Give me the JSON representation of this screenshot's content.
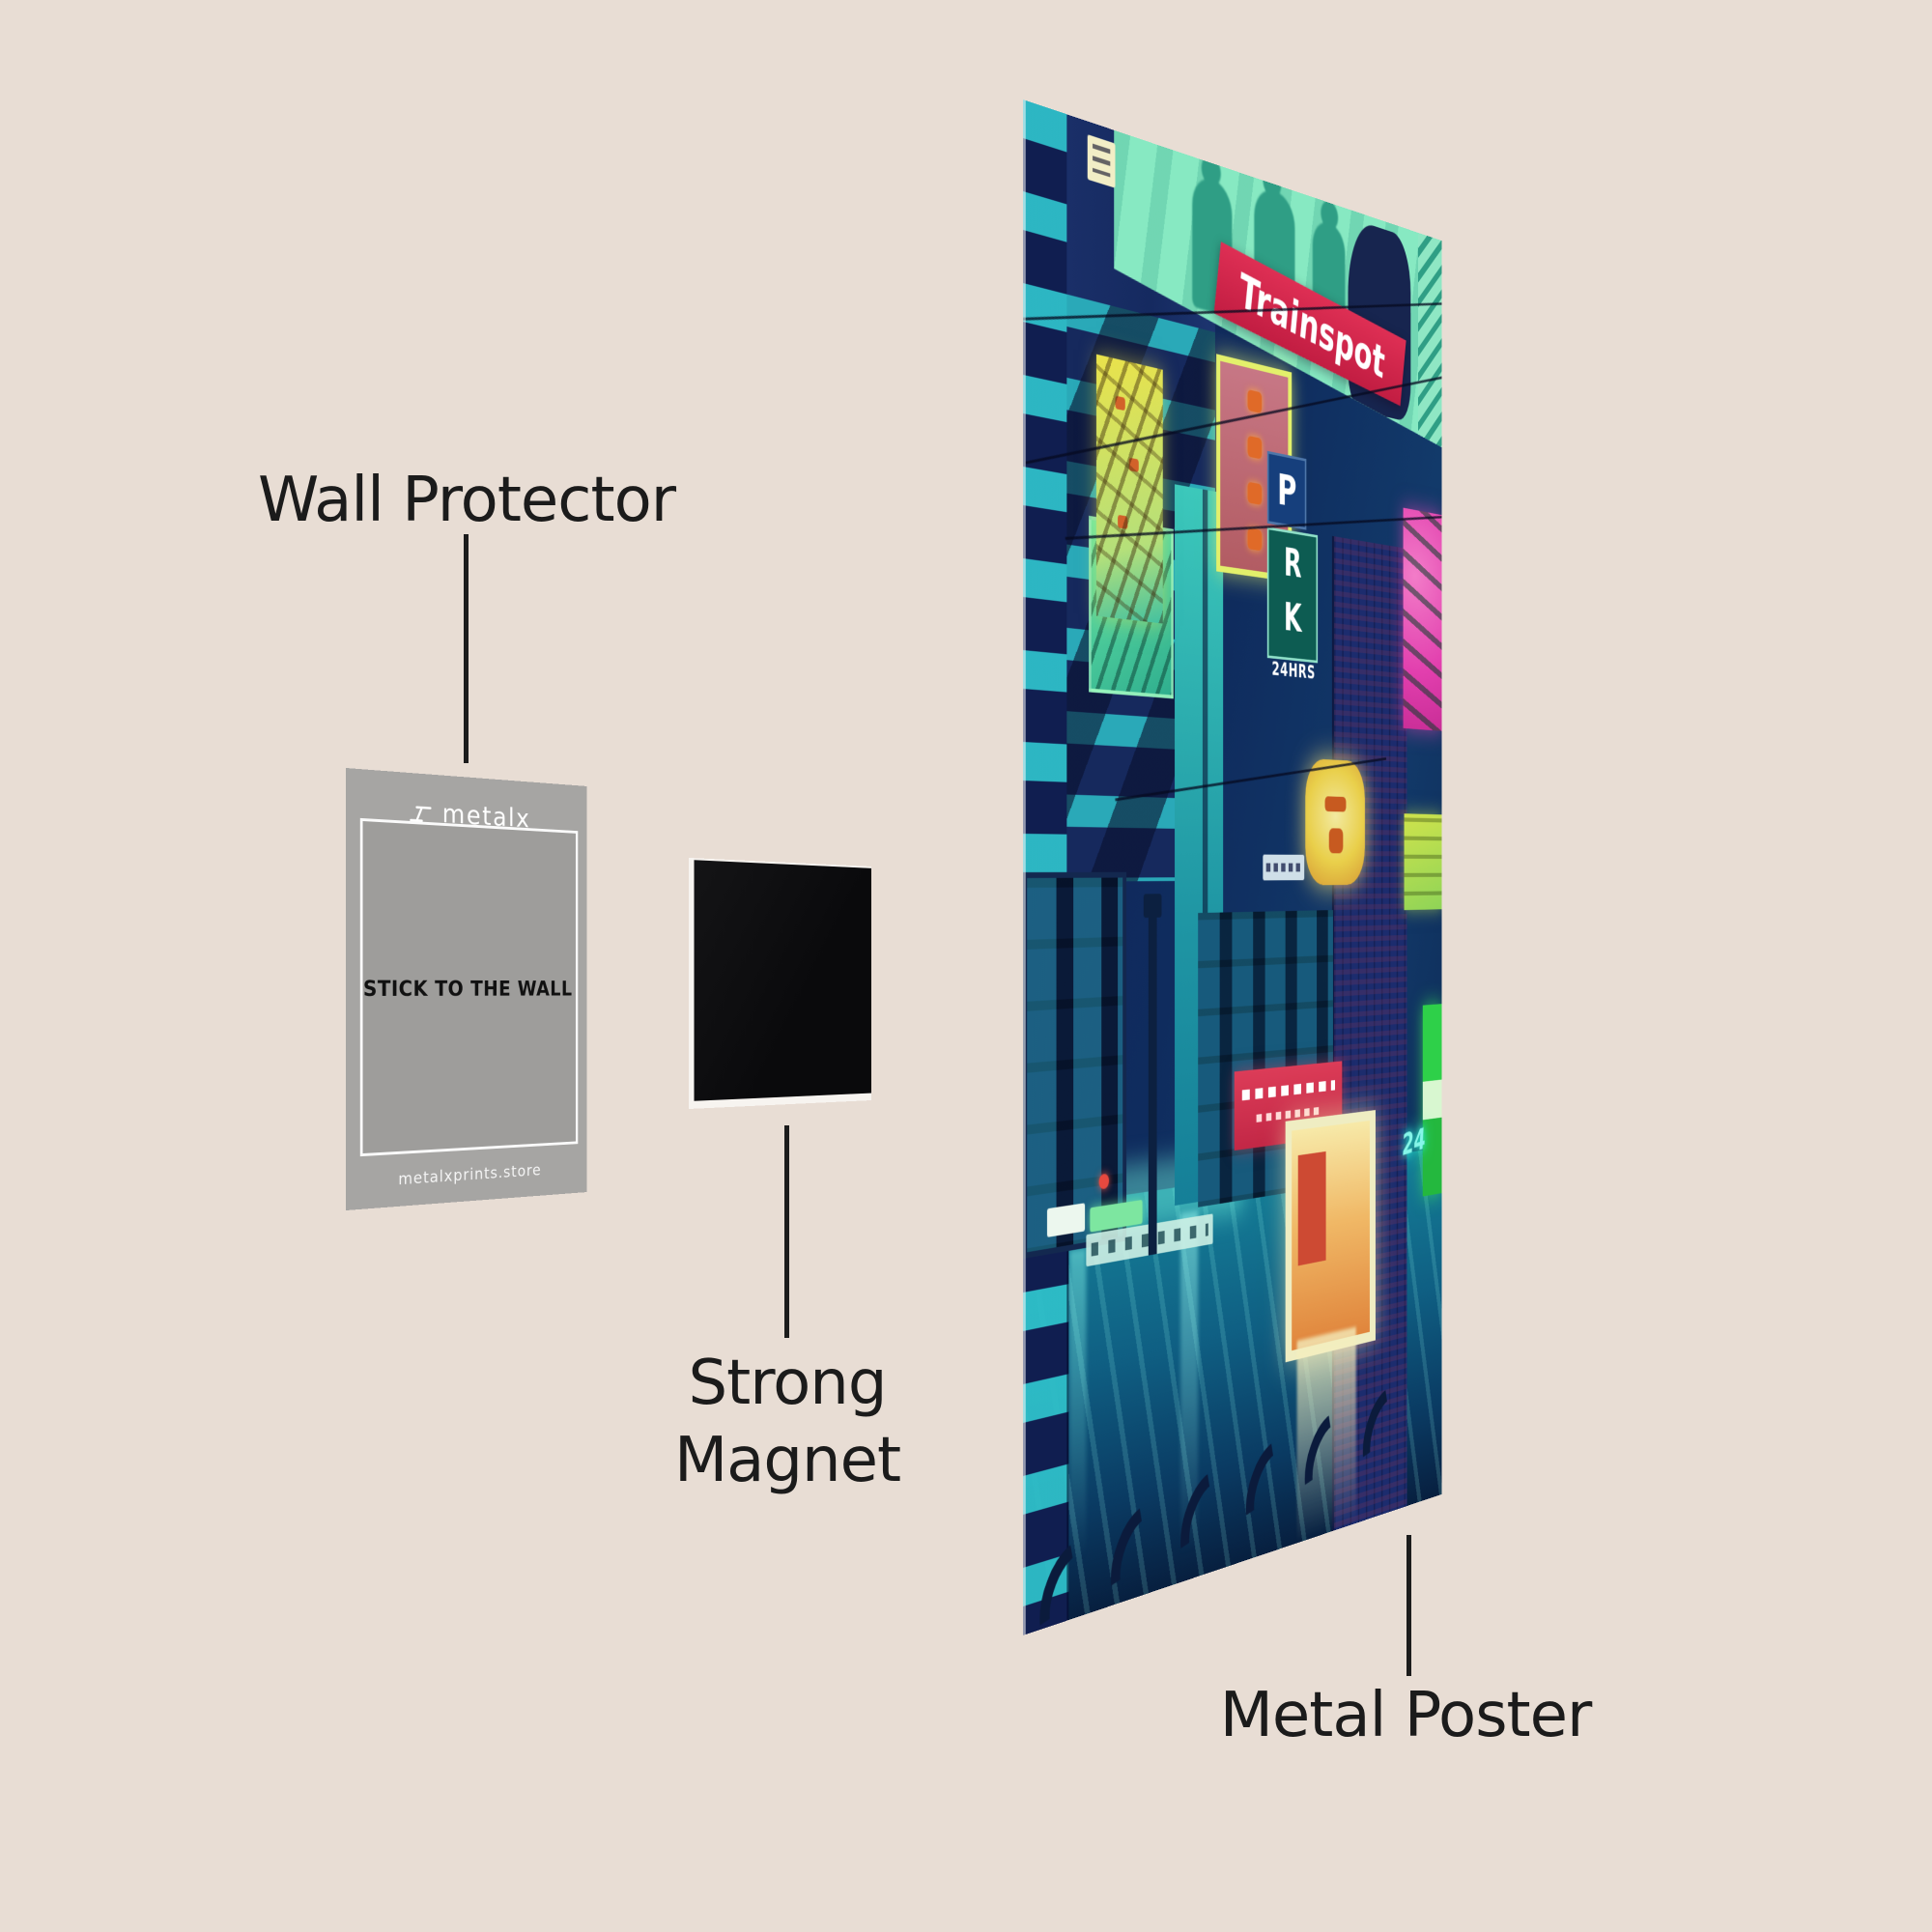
{
  "scene": {
    "background_color": "#e8ddd4",
    "annotation_color": "#1b1b1b"
  },
  "annotations": {
    "wall_protector": {
      "label": "Wall Protector"
    },
    "strong_magnet": {
      "label_line1": "Strong",
      "label_line2": "Magnet"
    },
    "metal_poster": {
      "label": "Metal Poster"
    }
  },
  "wall_protector_card": {
    "brand_logo_text": "metalx",
    "center_text": "STICK TO THE WALL",
    "footer_text": "metalxprints.store",
    "card_color": "#a6a5a3"
  },
  "strong_magnet": {
    "color": "#0a0a0c",
    "backing_color": "#f7f4f0"
  },
  "metal_poster": {
    "theme": "neon cyberpunk city street at night",
    "texts": {
      "billboard": "Trainspot",
      "parking_sign": "P",
      "sign_letter_r": "R",
      "sign_letter_k": "K",
      "sign_hours": "24HRS",
      "neon_24": "24"
    },
    "key_colors": {
      "billboard_mint": "#87e9c2",
      "billboard_red": "#d3244a",
      "neon_yellow": "#e9e44e",
      "neon_pink": "#e23fae",
      "neon_green": "#2fd04a",
      "deep_navy": "#16295d",
      "teal": "#2aa9b8"
    }
  }
}
